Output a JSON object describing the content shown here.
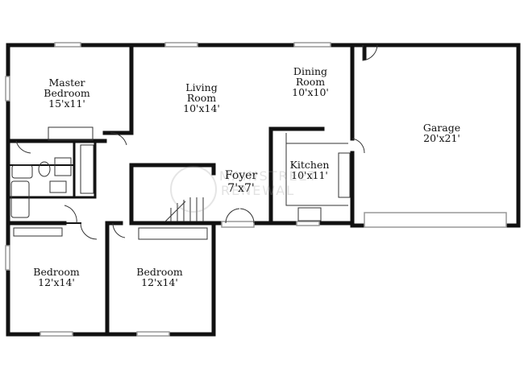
{
  "rooms": [
    {
      "name": "Master Bedroom",
      "line1": "Master",
      "line2": "Bedroom",
      "size": "15'x11'"
    },
    {
      "name": "Living Room",
      "line1": "Living",
      "line2": "Room",
      "size": "10'x14'"
    },
    {
      "name": "Dining Room",
      "line1": "Dining",
      "line2": "Room",
      "size": "10'x10'"
    },
    {
      "name": "Garage",
      "size": "20'x21'"
    },
    {
      "name": "Foyer",
      "size": "7'x7'"
    },
    {
      "name": "Kitchen",
      "size": "10'x11'"
    },
    {
      "name": "Bedroom",
      "size": "12'x14'"
    },
    {
      "name": "Bedroom",
      "size": "12'x14'"
    }
  ],
  "watermark": {
    "line1": "MAINSTREET",
    "line2": "RENEWAL"
  },
  "colors": {
    "wall": "#111111",
    "window": "#999999"
  }
}
